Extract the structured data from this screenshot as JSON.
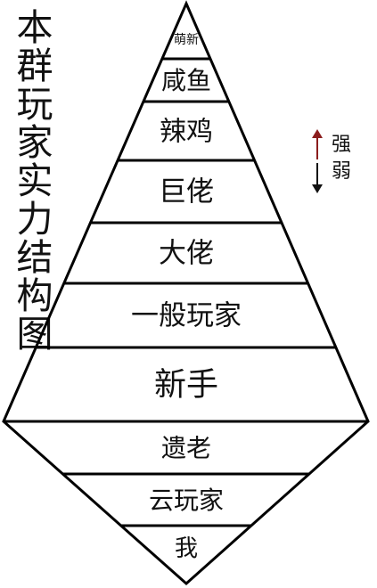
{
  "title": "本群玩家实力结构图",
  "legend": {
    "up": "强",
    "down": "弱",
    "up_color": "#8b1d1d",
    "down_color": "#111111"
  },
  "tiers_top": [
    "萌新",
    "咸鱼",
    "辣鸡",
    "巨佬",
    "大佬",
    "一般玩家",
    "新手"
  ],
  "tiers_bottom": [
    "遗老",
    "云玩家",
    "我"
  ]
}
